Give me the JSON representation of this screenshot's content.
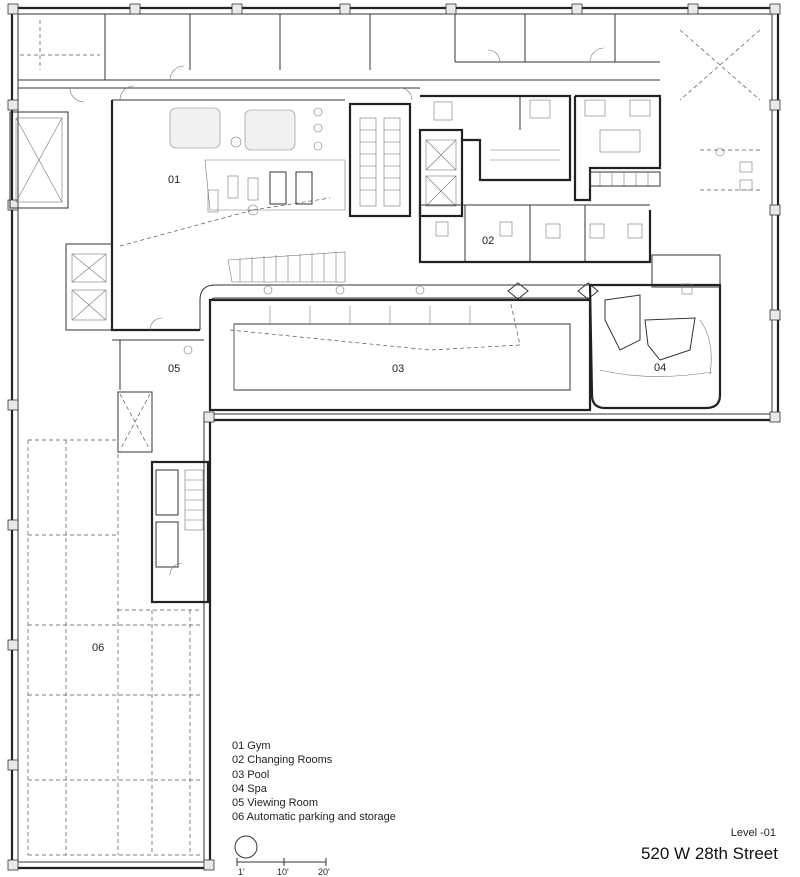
{
  "rooms": [
    {
      "id": "01",
      "name": "Gym"
    },
    {
      "id": "02",
      "name": "Changing Rooms"
    },
    {
      "id": "03",
      "name": "Pool"
    },
    {
      "id": "04",
      "name": "Spa"
    },
    {
      "id": "05",
      "name": "Viewing Room"
    },
    {
      "id": "06",
      "name": "Automatic parking and storage"
    }
  ],
  "legend": [
    "01 Gym",
    "02 Changing Rooms",
    "03 Pool",
    "04 Spa",
    "05 Viewing Room",
    "06 Automatic parking and storage"
  ],
  "scale": {
    "labels": [
      "1'",
      "10'",
      "20'"
    ]
  },
  "title": {
    "level": "Level -01",
    "address": "520 W 28th Street"
  }
}
